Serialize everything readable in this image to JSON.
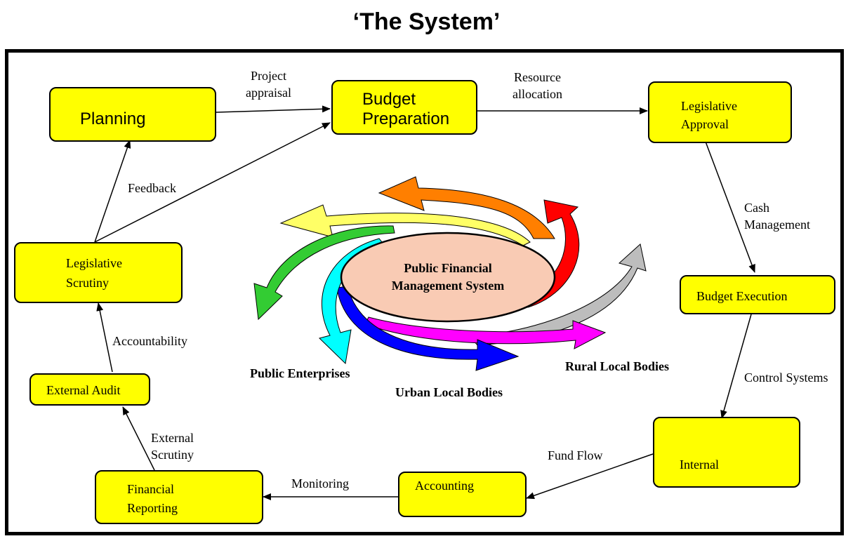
{
  "title": "‘The System’",
  "center": {
    "line1": "Public Financial",
    "line2": "Management System"
  },
  "boxes": {
    "planning": "Planning",
    "budget_preparation": {
      "line1": "Budget",
      "line2": "Preparation"
    },
    "legislative_approval": {
      "line1": "Legislative",
      "line2": "Approval"
    },
    "budget_execution": "Budget Execution",
    "internal": "Internal",
    "accounting": "Accounting",
    "financial_reporting": {
      "line1": "Financial",
      "line2": "Reporting"
    },
    "external_audit": "External Audit",
    "legislative_scrutiny": {
      "line1": "Legislative",
      "line2": "Scrutiny"
    }
  },
  "edge_labels": {
    "project_appraisal": {
      "line1": "Project",
      "line2": "appraisal"
    },
    "resource_allocation": {
      "line1": "Resource",
      "line2": "allocation"
    },
    "cash_management": {
      "line1": "Cash",
      "line2": "Management"
    },
    "control_systems": "Control Systems",
    "fund_flow": "Fund Flow",
    "monitoring": "Monitoring",
    "external_scrutiny": {
      "line1": "External",
      "line2": "Scrutiny"
    },
    "accountability": "Accountability",
    "feedback": "Feedback"
  },
  "entities": {
    "public_enterprises": "Public Enterprises",
    "urban_local_bodies": "Urban Local Bodies",
    "rural_local_bodies": "Rural Local Bodies"
  },
  "colors": {
    "box_fill": "#ffff00",
    "ellipse_fill": "#f9cbb4",
    "swirl_orange": "#ff7f00",
    "swirl_yellow": "#ffff66",
    "swirl_red": "#ff0000",
    "swirl_gray": "#bdbdbd",
    "swirl_magenta": "#ff00ff",
    "swirl_blue": "#0000ff",
    "swirl_cyan": "#00ffff",
    "swirl_green": "#33cc33"
  }
}
